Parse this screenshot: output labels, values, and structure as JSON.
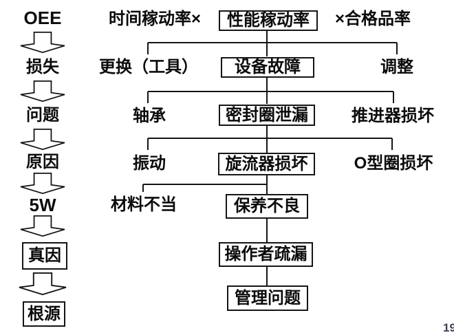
{
  "page": {
    "number": "19",
    "background_color": "#ffffff",
    "line_color": "#141414",
    "text_color": "#0b0b0b"
  },
  "icons": {
    "down_arrow": "block-down-arrow (white fill, black outline)"
  },
  "rail": {
    "items": [
      {
        "label": "OEE",
        "boxed": false
      },
      {
        "label": "损失",
        "boxed": false
      },
      {
        "label": "问题",
        "boxed": false
      },
      {
        "label": "原因",
        "boxed": false
      },
      {
        "label": "5W",
        "boxed": false
      },
      {
        "label": "真因",
        "boxed": true
      },
      {
        "label": "根源",
        "boxed": true
      }
    ]
  },
  "tree": {
    "rows": [
      {
        "left": "时间稼动率×",
        "center": "性能稼动率",
        "right": "×合格品率"
      },
      {
        "left": "更换（工具）",
        "center": "设备故障",
        "right": "调整"
      },
      {
        "left": "轴承",
        "center": "密封圈泄漏",
        "right": "推进器损坏"
      },
      {
        "left": "振动",
        "center": "旋流器损坏",
        "right": "O型圈损坏"
      },
      {
        "left": "材料不当",
        "center": "保养不良"
      },
      {
        "center": "操作者疏漏"
      },
      {
        "center": "管理问题"
      }
    ]
  }
}
